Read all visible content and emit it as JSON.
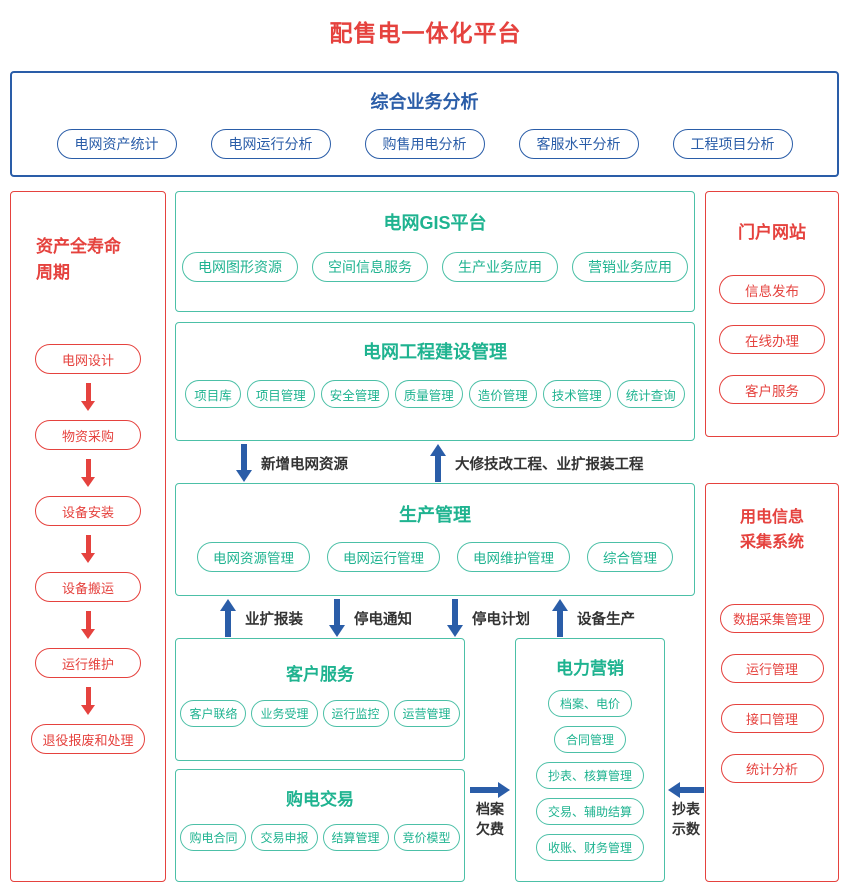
{
  "main_title": "配售电一体化平台",
  "analysis": {
    "title": "综合业务分析",
    "items": [
      "电网资产统计",
      "电网运行分析",
      "购售用电分析",
      "客服水平分析",
      "工程项目分析"
    ]
  },
  "lifecycle": {
    "title": "资产全寿命\n周期",
    "steps": [
      "电网设计",
      "物资采购",
      "设备安装",
      "设备搬运",
      "运行维护",
      "退役报废和处理"
    ]
  },
  "gis": {
    "title": "电网GIS平台",
    "items": [
      "电网图形资源",
      "空间信息服务",
      "生产业务应用",
      "营销业务应用"
    ]
  },
  "construction": {
    "title": "电网工程建设管理",
    "items": [
      "项目库",
      "项目管理",
      "安全管理",
      "质量管理",
      "造价管理",
      "技术管理",
      "统计查询"
    ]
  },
  "production": {
    "title": "生产管理",
    "items": [
      "电网资源管理",
      "电网运行管理",
      "电网维护管理",
      "综合管理"
    ]
  },
  "customer_service": {
    "title": "客户服务",
    "items": [
      "客户联络",
      "业务受理",
      "运行监控",
      "运营管理"
    ]
  },
  "power_purchase": {
    "title": "购电交易",
    "items": [
      "购电合同",
      "交易申报",
      "结算管理",
      "竞价模型"
    ]
  },
  "marketing": {
    "title": "电力营销",
    "items": [
      "档案、电价",
      "合同管理",
      "抄表、核算管理",
      "交易、辅助结算",
      "收账、财务管理"
    ]
  },
  "portal": {
    "title": "门户网站",
    "items": [
      "信息发布",
      "在线办理",
      "客户服务"
    ]
  },
  "collection": {
    "title": "用电信息\n采集系统",
    "items": [
      "数据采集管理",
      "运行管理",
      "接口管理",
      "统计分析"
    ]
  },
  "flows": {
    "new_grid_resource": "新增电网资源",
    "overhaul_expansion": "大修技改工程、业扩报装工程",
    "expansion": "业扩报装",
    "outage_notice": "停电通知",
    "outage_plan": "停电计划",
    "equipment_production": "设备生产",
    "archive_arrears": "档案\n欠费",
    "meter_reading": "抄表\n示数"
  },
  "colors": {
    "red": "#e5423e",
    "blue": "#2a5da8",
    "green": "#1fb390"
  }
}
